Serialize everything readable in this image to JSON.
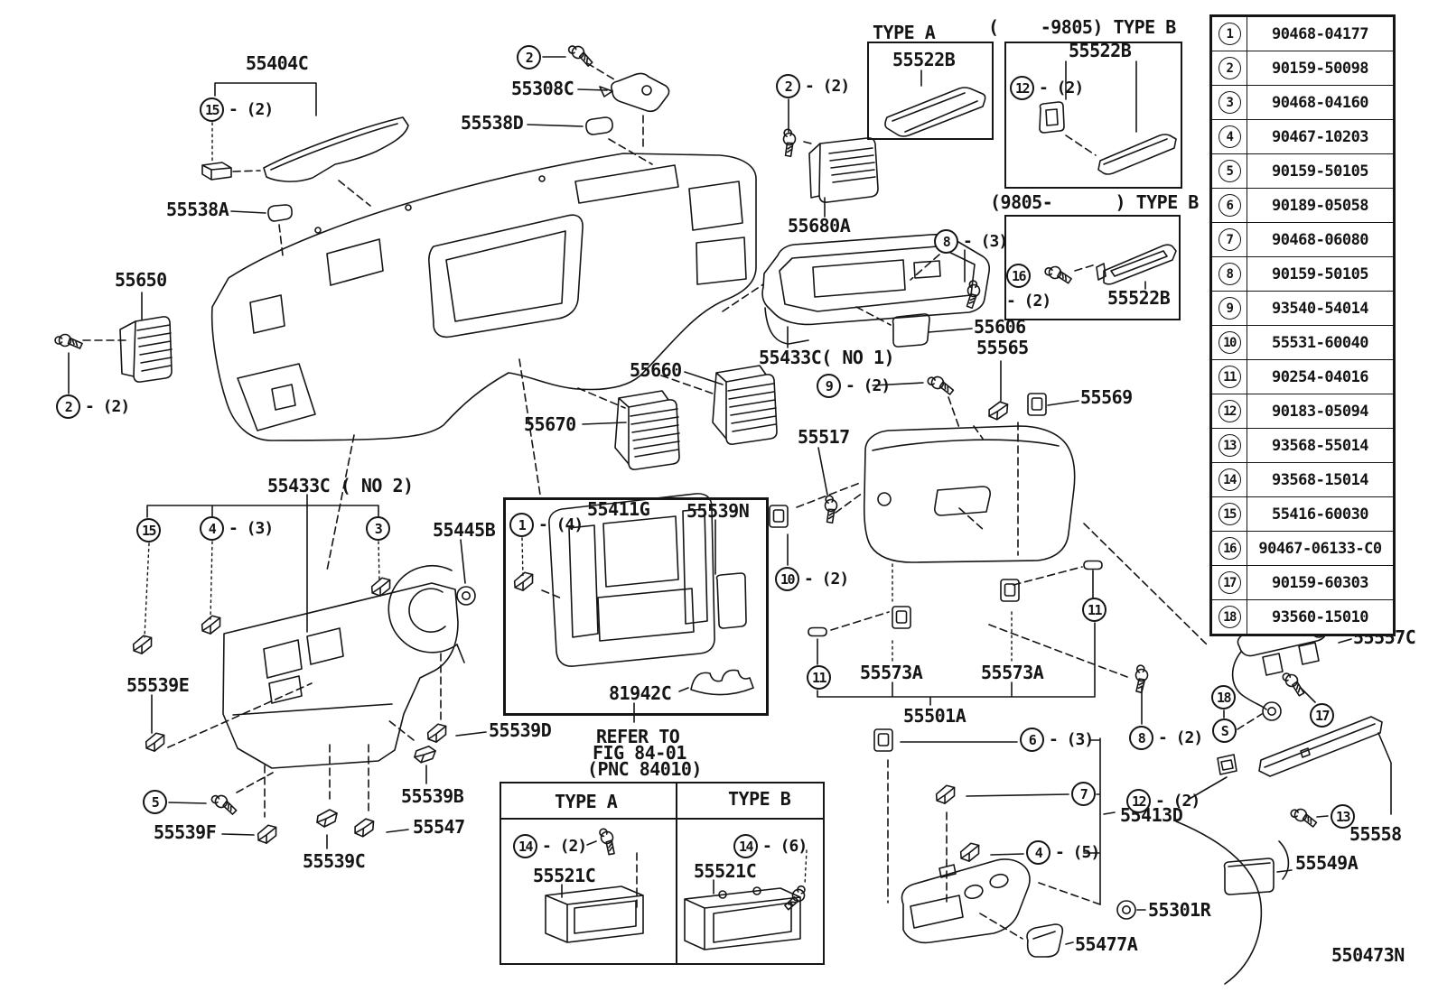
{
  "diagram": {
    "id": "550473N",
    "note": {
      "line1": "REFER TO",
      "line2": "FIG 84-01",
      "line3": "(PNC 84010)"
    }
  },
  "headers": {
    "type_a": "TYPE A",
    "type_b": "TYPE B",
    "type_b_early": "(    -9805) TYPE B",
    "type_b_late": "(9805-      ) TYPE B"
  },
  "labels": {
    "p55404c": "55404C",
    "p55308c": "55308C",
    "p55538d": "55538D",
    "p55538a": "55538A",
    "p55650": "55650",
    "p55680a": "55680A",
    "p55522b": "55522B",
    "p55606": "55606",
    "p55565": "55565",
    "p55569": "55569",
    "p55517": "55517",
    "p55660": "55660",
    "p55670": "55670",
    "p55433c_no1": "55433C( NO 1)",
    "p55433c_no2": "55433C ( NO 2)",
    "p55445b": "55445B",
    "p55411g": "55411G",
    "p55539n": "55539N",
    "p55539e": "55539E",
    "p81942c": "81942C",
    "p55539d": "55539D",
    "p55539f": "55539F",
    "p55539c": "55539C",
    "p55547": "55547",
    "p55539b": "55539B",
    "p55521c": "55521C",
    "p55573a": "55573A",
    "p55501a": "55501A",
    "p55413d": "55413D",
    "p55557c": "55557C",
    "p55558": "55558",
    "p55549a": "55549A",
    "p55301r": "55301R",
    "p55477a": "55477A"
  },
  "callouts": {
    "c2top": {
      "num": "2",
      "qty": ""
    },
    "c15top": {
      "num": "15",
      "qty": "- (2)"
    },
    "c2mid": {
      "num": "2",
      "qty": "- (2)"
    },
    "c2left": {
      "num": "2",
      "qty": "- (2)"
    },
    "c8glove": {
      "num": "8",
      "qty": "- (3)"
    },
    "c12early": {
      "num": "12",
      "qty": "- (2)"
    },
    "c16late": {
      "num": "16",
      "qty": "- (2)"
    },
    "c9": {
      "num": "9",
      "qty": "- (2)"
    },
    "c15bl": {
      "num": "15",
      "qty": ""
    },
    "c4bl": {
      "num": "4",
      "qty": "- (3)"
    },
    "c3bl": {
      "num": "3",
      "qty": ""
    },
    "c1box": {
      "num": "1",
      "qty": "- (4)"
    },
    "c10": {
      "num": "10",
      "qty": "- (2)"
    },
    "c11a": {
      "num": "11",
      "qty": ""
    },
    "c11b": {
      "num": "11",
      "qty": ""
    },
    "c5": {
      "num": "5",
      "qty": ""
    },
    "c14a": {
      "num": "14",
      "qty": "- (2)"
    },
    "c14b": {
      "num": "14",
      "qty": "- (6)"
    },
    "c6": {
      "num": "6",
      "qty": "- (3)"
    },
    "c7": {
      "num": "7",
      "qty": ""
    },
    "c4r": {
      "num": "4",
      "qty": "- (5)"
    },
    "c12r": {
      "num": "12",
      "qty": "- (2)"
    },
    "c8r": {
      "num": "8",
      "qty": "- (2)"
    },
    "c18": {
      "num": "18",
      "qty": ""
    },
    "cS": {
      "num": "S",
      "qty": ""
    },
    "c17": {
      "num": "17",
      "qty": ""
    },
    "c13": {
      "num": "13",
      "qty": ""
    }
  },
  "parts_table": {
    "rows": [
      {
        "ref": "1",
        "part_number": "90468-04177"
      },
      {
        "ref": "2",
        "part_number": "90159-50098"
      },
      {
        "ref": "3",
        "part_number": "90468-04160"
      },
      {
        "ref": "4",
        "part_number": "90467-10203"
      },
      {
        "ref": "5",
        "part_number": "90159-50105"
      },
      {
        "ref": "6",
        "part_number": "90189-05058"
      },
      {
        "ref": "7",
        "part_number": "90468-06080"
      },
      {
        "ref": "8",
        "part_number": "90159-50105"
      },
      {
        "ref": "9",
        "part_number": "93540-54014"
      },
      {
        "ref": "10",
        "part_number": "55531-60040"
      },
      {
        "ref": "11",
        "part_number": "90254-04016"
      },
      {
        "ref": "12",
        "part_number": "90183-05094"
      },
      {
        "ref": "13",
        "part_number": "93568-55014"
      },
      {
        "ref": "14",
        "part_number": "93568-15014"
      },
      {
        "ref": "15",
        "part_number": "55416-60030"
      },
      {
        "ref": "16",
        "part_number": "90467-06133-C0"
      },
      {
        "ref": "17",
        "part_number": "90159-60303"
      },
      {
        "ref": "18",
        "part_number": "93560-15010"
      }
    ]
  }
}
